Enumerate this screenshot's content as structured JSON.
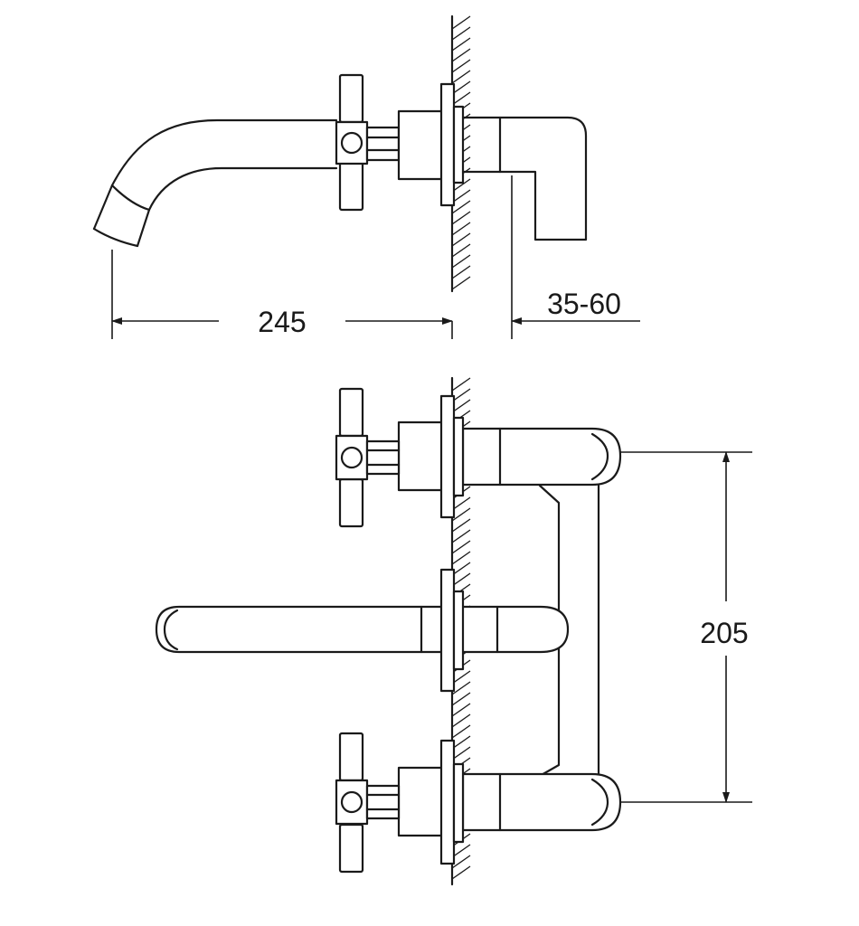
{
  "dimensions": {
    "spout_projection": "245",
    "wall_thickness_range": "35-60",
    "handle_spacing": "205"
  },
  "colors": {
    "line": "#1a1a1a",
    "background": "#ffffff"
  }
}
